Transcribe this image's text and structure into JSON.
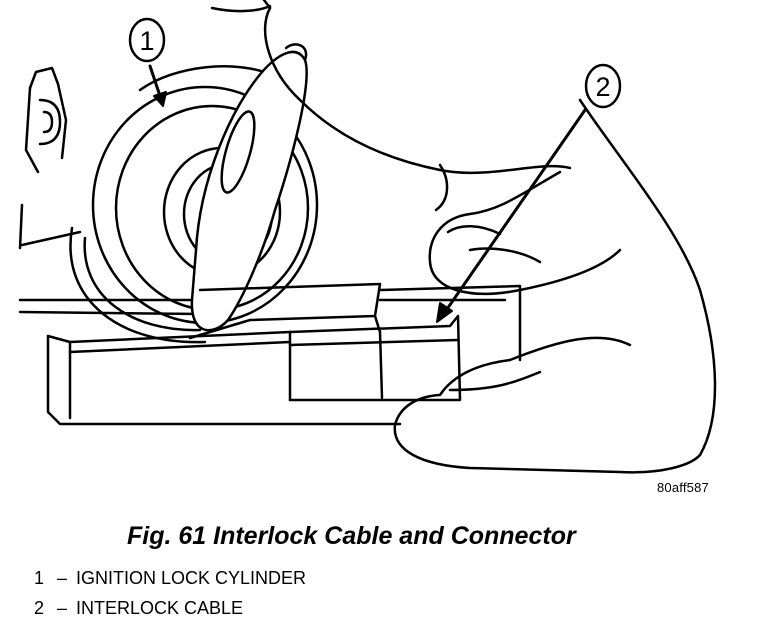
{
  "figure": {
    "image_id": "80aff587",
    "caption": "Fig. 61 Interlock Cable and Connector",
    "callouts": [
      {
        "number": "1",
        "label": "IGNITION LOCK CYLINDER"
      },
      {
        "number": "2",
        "label": "INTERLOCK CABLE"
      }
    ],
    "legend_separator": "–"
  }
}
